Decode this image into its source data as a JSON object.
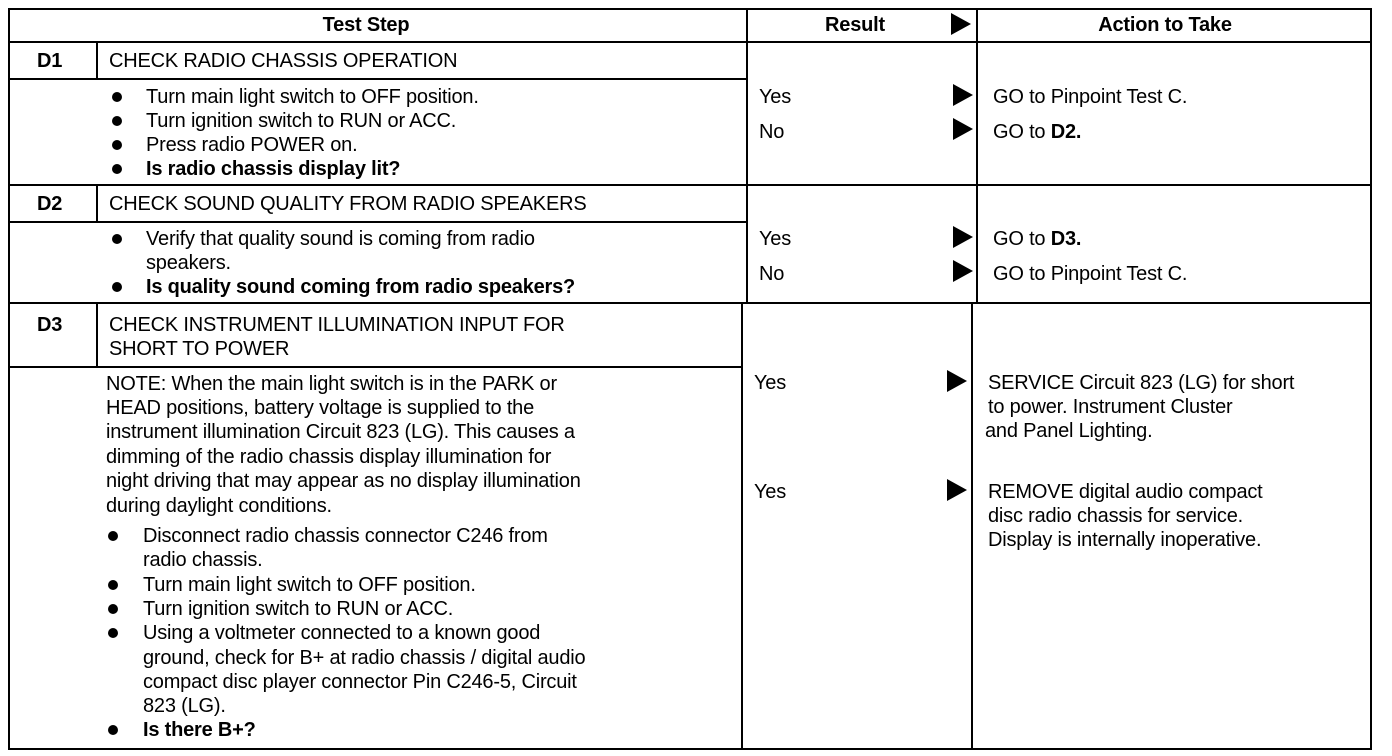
{
  "header": {
    "test_step": "Test Step",
    "result": "Result",
    "action": "Action to Take"
  },
  "d1": {
    "id": "D1",
    "title": "CHECK RADIO CHASSIS OPERATION",
    "steps": [
      "Turn main light switch to OFF position.",
      "Turn ignition switch to RUN or ACC.",
      "Press radio POWER on."
    ],
    "question": "Is radio chassis display lit?",
    "results": [
      "Yes",
      "No"
    ],
    "actions": {
      "yes": "GO to Pinpoint Test C.",
      "no_prefix": "GO to ",
      "no_target": "D2."
    }
  },
  "d2": {
    "id": "D2",
    "title": "CHECK SOUND QUALITY FROM RADIO SPEAKERS",
    "step_line1": "Verify that quality sound is coming from radio",
    "step_line2": "speakers.",
    "question": "Is quality sound coming from radio speakers?",
    "results": [
      "Yes",
      "No"
    ],
    "actions": {
      "yes_prefix": "GO to ",
      "yes_target": "D3.",
      "no": "GO to Pinpoint Test C."
    }
  },
  "d3": {
    "id": "D3",
    "title_line1": "CHECK INSTRUMENT ILLUMINATION INPUT FOR",
    "title_line2": "SHORT TO POWER",
    "note": [
      "NOTE: When the main light switch is in the PARK or",
      "HEAD positions, battery voltage is supplied to the",
      "instrument illumination Circuit 823 (LG). This causes a",
      "dimming of the radio chassis display illumination for",
      "night driving that may appear as no display illumination",
      "during daylight conditions."
    ],
    "step1_line1": "Disconnect radio chassis connector C246 from",
    "step1_line2": "radio chassis.",
    "step2": "Turn main light switch to OFF position.",
    "step3": "Turn ignition switch to RUN or ACC.",
    "step4": [
      "Using a voltmeter connected to a known good",
      "ground, check for B+ at radio chassis / digital audio",
      "compact disc player connector Pin C246-5, Circuit",
      "823 (LG)."
    ],
    "question": "Is there B+?",
    "results": [
      "Yes",
      "Yes"
    ],
    "action1": [
      "SERVICE Circuit 823 (LG) for short",
      "to power.  Instrument Cluster",
      "and Panel Lighting."
    ],
    "action2": [
      "REMOVE digital audio compact",
      "disc radio chassis for service.",
      "Display is internally inoperative."
    ]
  }
}
